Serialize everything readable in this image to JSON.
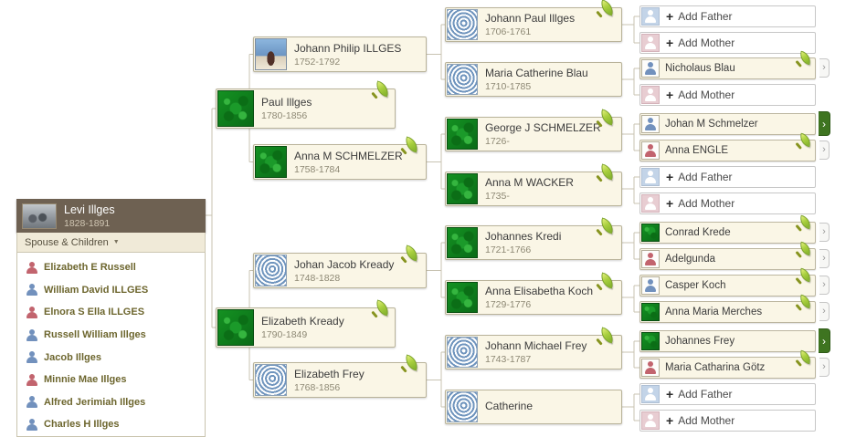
{
  "ui": {
    "caret": "▼",
    "plus": "+",
    "chevron": "›"
  },
  "colors": {
    "hint_leaf": "#a8cf3e",
    "node_background": "#faf6e6",
    "header_brown": "#6e6152",
    "arrow_green": "#3e7420",
    "male_icon": "#7291bd",
    "female_icon": "#c2646e"
  },
  "root_panel": {
    "name": "Levi Illges",
    "dates": "1828-1891",
    "section_label": "Spouse & Children",
    "members": [
      {
        "name": "Elizabeth E Russell",
        "gender": "female",
        "icon": "female-silhouette"
      },
      {
        "name": "William David ILLGES",
        "gender": "male",
        "icon": "male-silhouette"
      },
      {
        "name": "Elnora S Ella ILLGES",
        "gender": "female",
        "icon": "female-silhouette"
      },
      {
        "name": "Russell William Illges",
        "gender": "male",
        "icon": "male-silhouette"
      },
      {
        "name": "Jacob Illges",
        "gender": "male",
        "icon": "male-silhouette"
      },
      {
        "name": "Minnie Mae Illges",
        "gender": "female",
        "icon": "female-silhouette"
      },
      {
        "name": "Alfred Jerimiah Illges",
        "gender": "male",
        "icon": "male-silhouette"
      },
      {
        "name": "Charles H Illges",
        "gender": "male",
        "icon": "male-silhouette"
      }
    ]
  },
  "ancestors": {
    "gen2": [
      {
        "name": "Paul Illges",
        "dates": "1780-1856",
        "avatar": "green-pattern-image",
        "hint_leaf": true
      },
      {
        "name": "Elizabeth Kready",
        "dates": "1790-1849",
        "avatar": "green-pattern-image",
        "hint_leaf": true
      }
    ],
    "gen3": [
      {
        "name": "Johann Philip ILLGES",
        "dates": "1752-1792",
        "avatar": "portrait-photo",
        "hint_leaf": false
      },
      {
        "name": "Anna M SCHMELZER",
        "dates": "1758-1784",
        "avatar": "green-pattern-image",
        "hint_leaf": true
      },
      {
        "name": "Johan Jacob Kready",
        "dates": "1748-1828",
        "avatar": "blue-swirl-image",
        "hint_leaf": true
      },
      {
        "name": "Elizabeth Frey",
        "dates": "1768-1856",
        "avatar": "blue-swirl-image",
        "hint_leaf": true
      }
    ],
    "gen4": [
      {
        "name": "Johann Paul Illges",
        "dates": "1706-1761",
        "avatar": "blue-swirl-image",
        "hint_leaf": true
      },
      {
        "name": "Maria Catherine Blau",
        "dates": "1710-1785",
        "avatar": "blue-swirl-image",
        "hint_leaf": false
      },
      {
        "name": "George J SCHMELZER",
        "dates": "1726-",
        "avatar": "green-pattern-image",
        "hint_leaf": true
      },
      {
        "name": "Anna M WACKER",
        "dates": "1735-",
        "avatar": "green-pattern-image",
        "hint_leaf": true
      },
      {
        "name": "Johannes Kredi",
        "dates": "1721-1766",
        "avatar": "green-pattern-image",
        "hint_leaf": true
      },
      {
        "name": "Anna Elisabetha Koch",
        "dates": "1729-1776",
        "avatar": "green-pattern-image",
        "hint_leaf": true
      },
      {
        "name": "Johann Michael Frey",
        "dates": "1743-1787",
        "avatar": "blue-swirl-image",
        "hint_leaf": true
      },
      {
        "name": "Catherine",
        "dates": "",
        "avatar": "blue-swirl-image",
        "hint_leaf": false
      }
    ]
  },
  "gen5": [
    {
      "kind": "add",
      "label": "Add Father",
      "icon": "add-father-silhouette"
    },
    {
      "kind": "add",
      "label": "Add Mother",
      "icon": "add-mother-silhouette"
    },
    {
      "kind": "person",
      "name": "Nicholaus Blau",
      "icon": "male-silhouette",
      "hint_leaf": true,
      "arrow": "gray"
    },
    {
      "kind": "add",
      "label": "Add Mother",
      "icon": "add-mother-silhouette"
    },
    {
      "kind": "person",
      "name": "Johan M Schmelzer",
      "icon": "male-silhouette",
      "hint_leaf": false,
      "arrow": "green"
    },
    {
      "kind": "person",
      "name": "Anna ENGLE",
      "icon": "female-silhouette",
      "hint_leaf": true,
      "arrow": "gray"
    },
    {
      "kind": "add",
      "label": "Add Father",
      "icon": "add-father-silhouette"
    },
    {
      "kind": "add",
      "label": "Add Mother",
      "icon": "add-mother-silhouette"
    },
    {
      "kind": "person",
      "name": "Conrad Krede",
      "icon": "green-pattern-image",
      "hint_leaf": true,
      "arrow": "gray"
    },
    {
      "kind": "person",
      "name": "Adelgunda",
      "icon": "female-silhouette",
      "hint_leaf": true,
      "arrow": "gray"
    },
    {
      "kind": "person",
      "name": "Casper Koch",
      "icon": "male-silhouette",
      "hint_leaf": true,
      "arrow": "gray"
    },
    {
      "kind": "person",
      "name": "Anna Maria Merches",
      "icon": "green-pattern-image",
      "hint_leaf": true,
      "arrow": "gray"
    },
    {
      "kind": "person",
      "name": "Johannes Frey",
      "icon": "green-pattern-image",
      "hint_leaf": false,
      "arrow": "green"
    },
    {
      "kind": "person",
      "name": "Maria Catharina Götz",
      "icon": "female-silhouette",
      "hint_leaf": true,
      "arrow": "gray"
    },
    {
      "kind": "add",
      "label": "Add Father",
      "icon": "add-father-silhouette"
    },
    {
      "kind": "add",
      "label": "Add Mother",
      "icon": "add-mother-silhouette"
    }
  ]
}
